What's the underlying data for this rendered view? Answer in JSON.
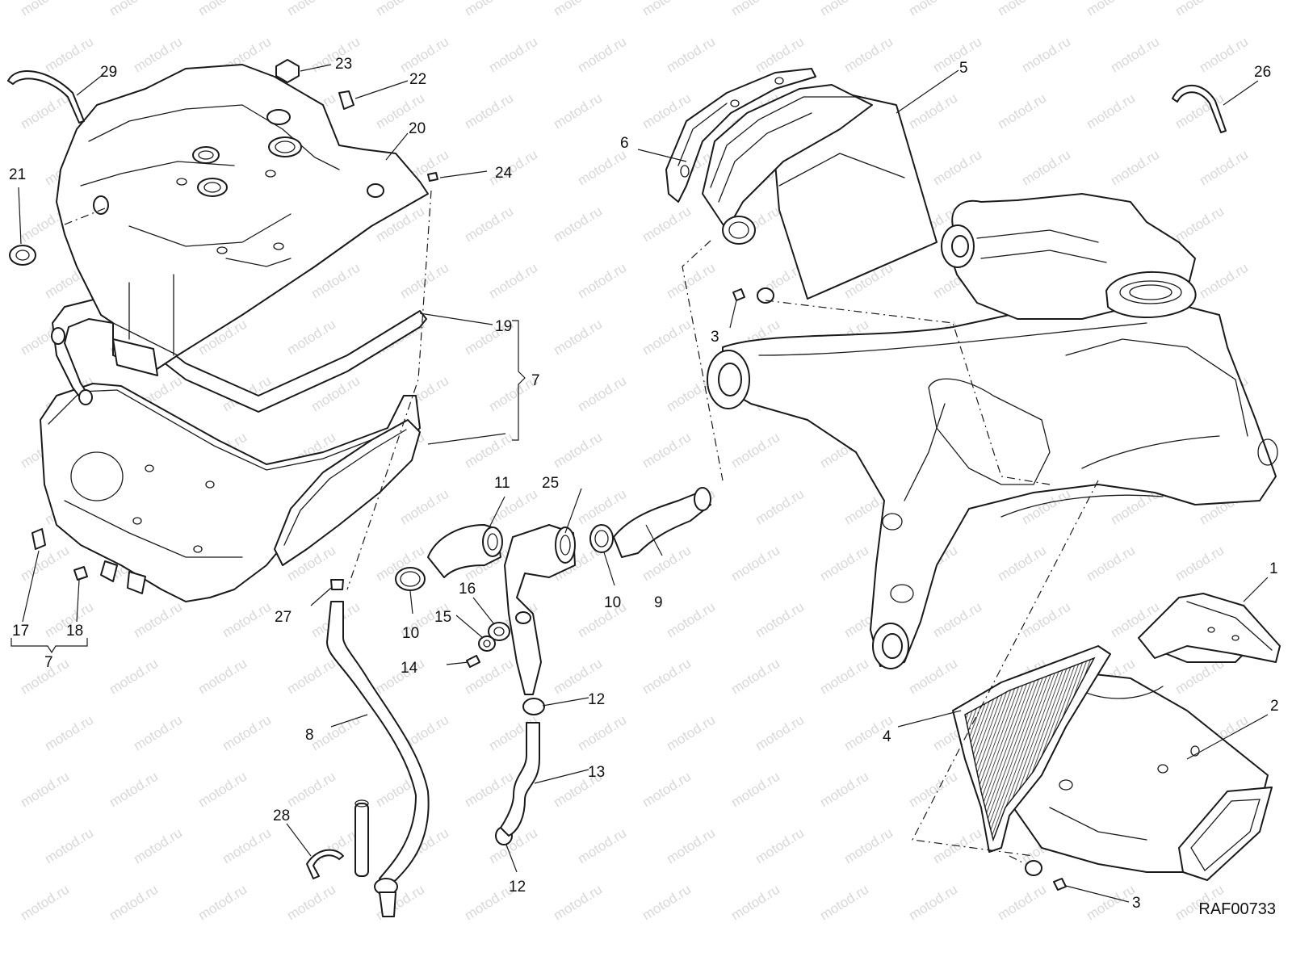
{
  "drawing": {
    "reference_code": "RAF00733",
    "watermark_text": "motod.ru",
    "line_color": "#1a1a1a",
    "background_color": "#ffffff",
    "watermark_color": "#d8d8d8"
  },
  "callouts": {
    "c1": "1",
    "c2": "2",
    "c3a": "3",
    "c3b": "3",
    "c4": "4",
    "c5": "5",
    "c6": "6",
    "c7a": "7",
    "c7b": "7",
    "c8": "8",
    "c9": "9",
    "c10a": "10",
    "c10b": "10",
    "c11": "11",
    "c12a": "12",
    "c12b": "12",
    "c13": "13",
    "c14": "14",
    "c15": "15",
    "c16": "16",
    "c17": "17",
    "c18": "18",
    "c19": "19",
    "c20": "20",
    "c21": "21",
    "c22": "22",
    "c23": "23",
    "c24": "24",
    "c25": "25",
    "c26": "26",
    "c27": "27",
    "c28": "28",
    "c29": "29"
  },
  "parts": [
    {
      "key": "airbox-cover",
      "callout": "20"
    },
    {
      "key": "airbox-lower",
      "callout": "7"
    },
    {
      "key": "seal-upper",
      "callout": "19"
    },
    {
      "key": "filter-housing",
      "callout": "5"
    },
    {
      "key": "air-duct-cover",
      "callout": "6"
    },
    {
      "key": "frame",
      "callout": ""
    },
    {
      "key": "intake-duct",
      "callout": "2"
    },
    {
      "key": "air-filter",
      "callout": "4"
    },
    {
      "key": "duct-support",
      "callout": "1"
    },
    {
      "key": "drain-hose",
      "callout": "8"
    },
    {
      "key": "breather-hose",
      "callout": "9"
    },
    {
      "key": "hose-clamp",
      "callout": "10"
    },
    {
      "key": "breather-pipe",
      "callout": "11"
    },
    {
      "key": "clamp-small",
      "callout": "12"
    },
    {
      "key": "drain-pipe",
      "callout": "13"
    },
    {
      "key": "screw",
      "callout": "14"
    },
    {
      "key": "washer",
      "callout": "15"
    },
    {
      "key": "grommet",
      "callout": "16"
    },
    {
      "key": "clip-a",
      "callout": "17"
    },
    {
      "key": "clip-b",
      "callout": "18"
    },
    {
      "key": "grommet-21",
      "callout": "21"
    },
    {
      "key": "spring-clip",
      "callout": "22"
    },
    {
      "key": "nut",
      "callout": "23"
    },
    {
      "key": "screw-24",
      "callout": "24"
    },
    {
      "key": "separator",
      "callout": "25"
    },
    {
      "key": "cable-tie-26",
      "callout": "26"
    },
    {
      "key": "clip-27",
      "callout": "27"
    },
    {
      "key": "clamp-28",
      "callout": "28"
    },
    {
      "key": "cable-tie-29",
      "callout": "29"
    }
  ]
}
